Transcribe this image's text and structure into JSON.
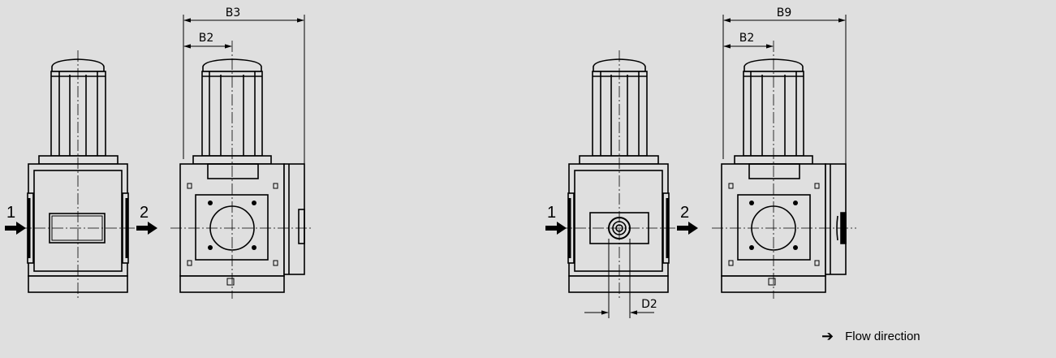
{
  "views": [
    {
      "id": "view-1",
      "type": "front",
      "port_left": "1",
      "port_right": "2"
    },
    {
      "id": "view-2",
      "type": "side",
      "dim_outer": "B3",
      "dim_inner": "B2"
    },
    {
      "id": "view-3",
      "type": "front-gauge",
      "port_left": "1",
      "port_right": "2",
      "dim_bottom": "D2"
    },
    {
      "id": "view-4",
      "type": "side-gauge",
      "dim_outer": "B9",
      "dim_inner": "B2"
    }
  ],
  "legend": {
    "icon": "right-arrow-icon",
    "arrow_glyph": "➔",
    "label": "Flow direction"
  },
  "colors": {
    "background": "#dfdfdf",
    "line": "#000000"
  }
}
